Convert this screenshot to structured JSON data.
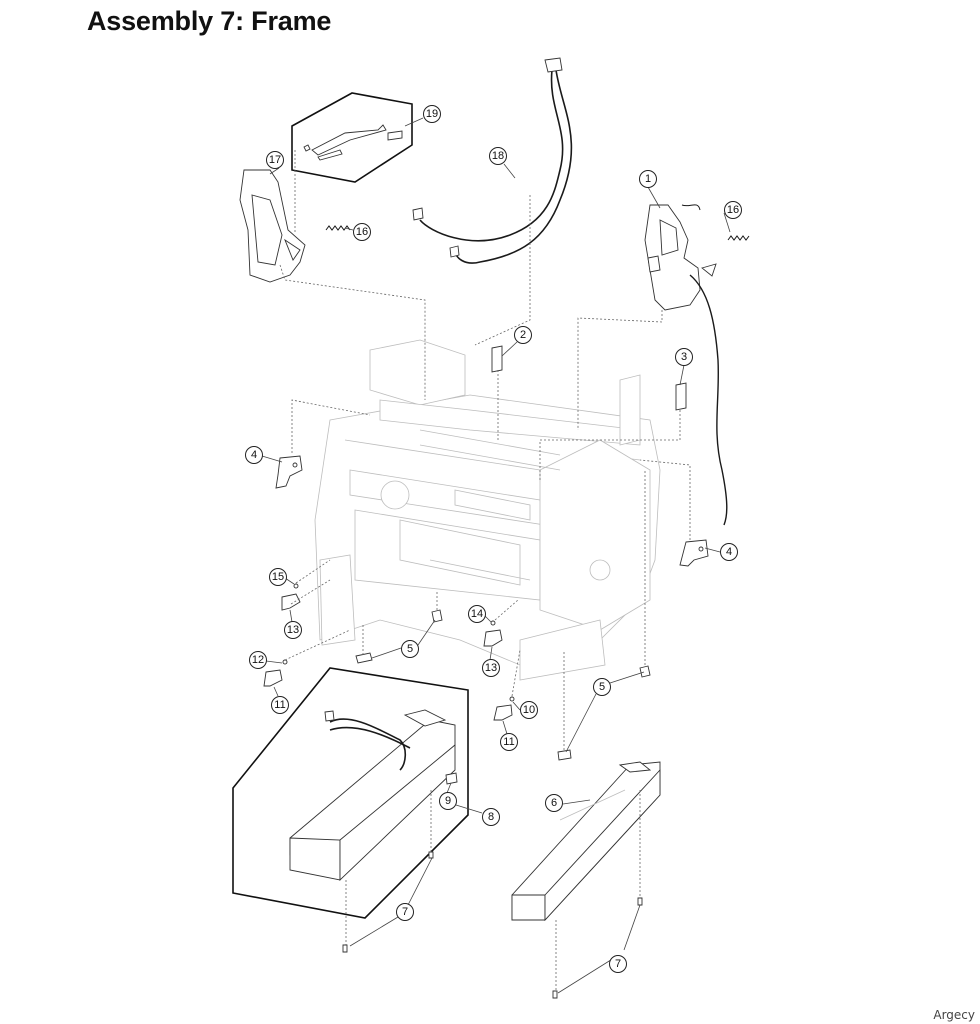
{
  "title": "Assembly 7: Frame",
  "watermark": "Argecy",
  "callouts": [
    {
      "label": "1",
      "name": "callout-1"
    },
    {
      "label": "2",
      "name": "callout-2"
    },
    {
      "label": "3",
      "name": "callout-3"
    },
    {
      "label": "4",
      "name": "callout-4-left"
    },
    {
      "label": "4",
      "name": "callout-4-right"
    },
    {
      "label": "5",
      "name": "callout-5-left"
    },
    {
      "label": "5",
      "name": "callout-5-right"
    },
    {
      "label": "6",
      "name": "callout-6"
    },
    {
      "label": "7",
      "name": "callout-7-left"
    },
    {
      "label": "7",
      "name": "callout-7-right"
    },
    {
      "label": "8",
      "name": "callout-8"
    },
    {
      "label": "9",
      "name": "callout-9"
    },
    {
      "label": "10",
      "name": "callout-10"
    },
    {
      "label": "11",
      "name": "callout-11-left"
    },
    {
      "label": "11",
      "name": "callout-11-center"
    },
    {
      "label": "12",
      "name": "callout-12"
    },
    {
      "label": "13",
      "name": "callout-13-left"
    },
    {
      "label": "13",
      "name": "callout-13-center"
    },
    {
      "label": "14",
      "name": "callout-14"
    },
    {
      "label": "15",
      "name": "callout-15"
    },
    {
      "label": "16",
      "name": "callout-16-left"
    },
    {
      "label": "16",
      "name": "callout-16-right"
    },
    {
      "label": "17",
      "name": "callout-17"
    },
    {
      "label": "18",
      "name": "callout-18"
    },
    {
      "label": "19",
      "name": "callout-19"
    }
  ]
}
